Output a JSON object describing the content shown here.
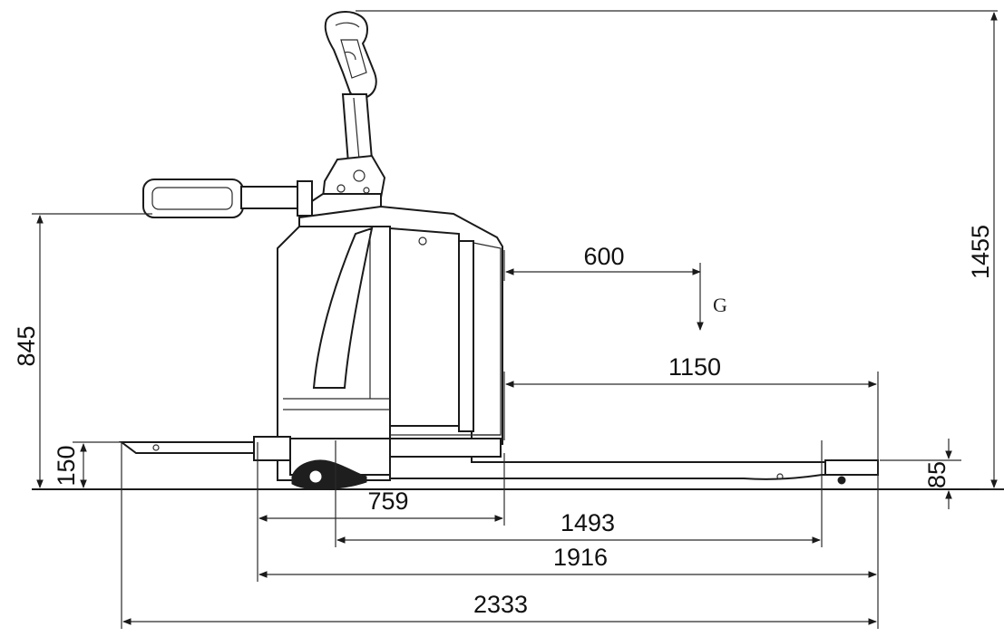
{
  "drawing": {
    "dimensions": {
      "overall_height": "1455",
      "tiller_height": "845",
      "fork_lift_height": "150",
      "fork_height": "85",
      "load_center": "600",
      "fork_length": "1150",
      "d759": "759",
      "d1493": "1493",
      "d1916": "1916",
      "d2333": "2333"
    },
    "gravity_label": "G"
  }
}
